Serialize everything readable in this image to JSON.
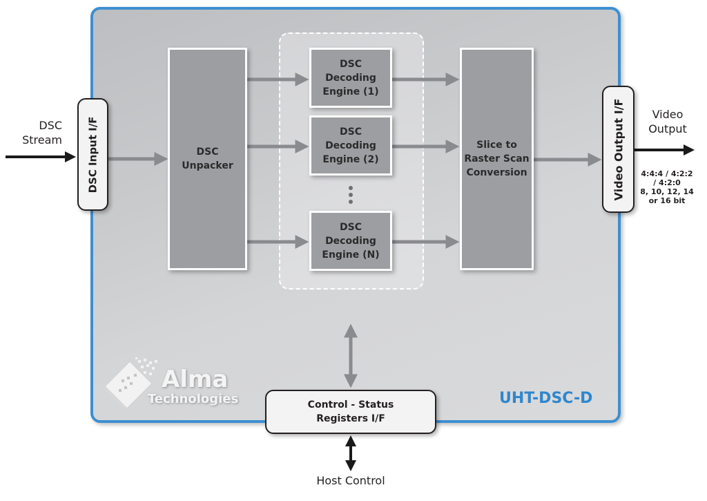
{
  "diagram": {
    "product_name": "UHT-DSC-D",
    "accent_color": "#3d8fd1",
    "inputs": {
      "stream_label_line1": "DSC",
      "stream_label_line2": "Stream",
      "input_if": "DSC Input I/F"
    },
    "blocks": {
      "unpacker_line1": "DSC",
      "unpacker_line2": "Unpacker",
      "engines": [
        {
          "line1": "DSC",
          "line2": "Decoding",
          "line3": "Engine (1)"
        },
        {
          "line1": "DSC",
          "line2": "Decoding",
          "line3": "Engine (2)"
        },
        {
          "line1": "DSC",
          "line2": "Decoding",
          "line3": "Engine (N)"
        }
      ],
      "raster_line1": "Slice to",
      "raster_line2": "Raster Scan",
      "raster_line3": "Conversion"
    },
    "outputs": {
      "output_if": "Video Output I/F",
      "video_label_line1": "Video",
      "video_label_line2": "Output",
      "formats_line1": "4:4:4 / 4:2:2",
      "formats_line2": "/ 4:2:0",
      "formats_line3": "8, 10, 12, 14",
      "formats_line4": "or 16 bit"
    },
    "control": {
      "registers_line1": "Control - Status",
      "registers_line2": "Registers I/F",
      "host_label": "Host Control"
    },
    "logo": {
      "name": "Alma",
      "subtitle": "Technologies"
    }
  }
}
